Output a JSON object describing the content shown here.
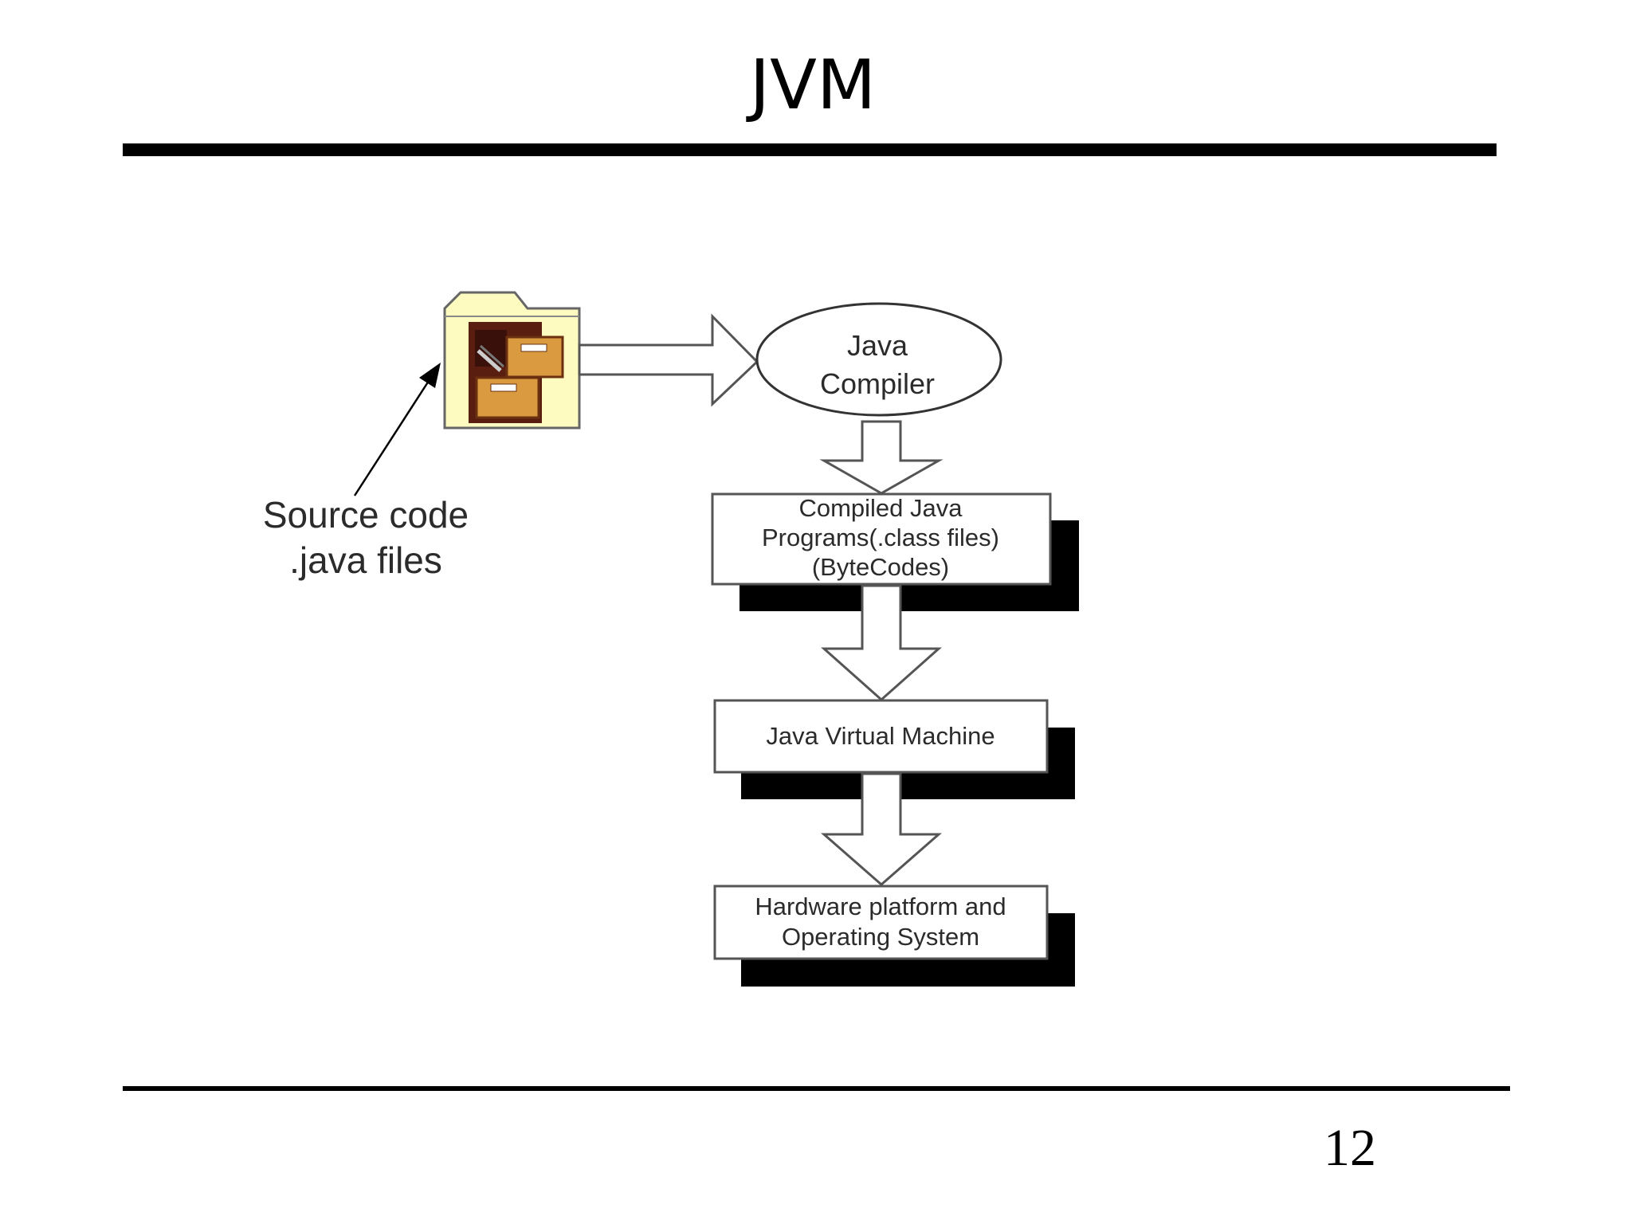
{
  "slide": {
    "title": "JVM",
    "page_number": "12"
  },
  "diagram": {
    "source": {
      "label_line1": "Source code",
      "label_line2": ".java files",
      "icon": "folder-with-file-cabinet-icon"
    },
    "compiler": {
      "line1": "Java",
      "line2": "Compiler"
    },
    "bytecode_box": {
      "line1": "Compiled Java",
      "line2": "Programs(.class files)",
      "line3": "(ByteCodes)"
    },
    "jvm_box": {
      "line1": "Java Virtual Machine"
    },
    "platform_box": {
      "line1": "Hardware platform and",
      "line2": "Operating System"
    }
  },
  "colors": {
    "title_rule": "#000000",
    "folder_fill": "#fdfbc0",
    "folder_outline": "#555555",
    "cabinet_dark": "#5a1e10",
    "cabinet_drawer": "#d99a40",
    "box_shadow": "#000000"
  }
}
